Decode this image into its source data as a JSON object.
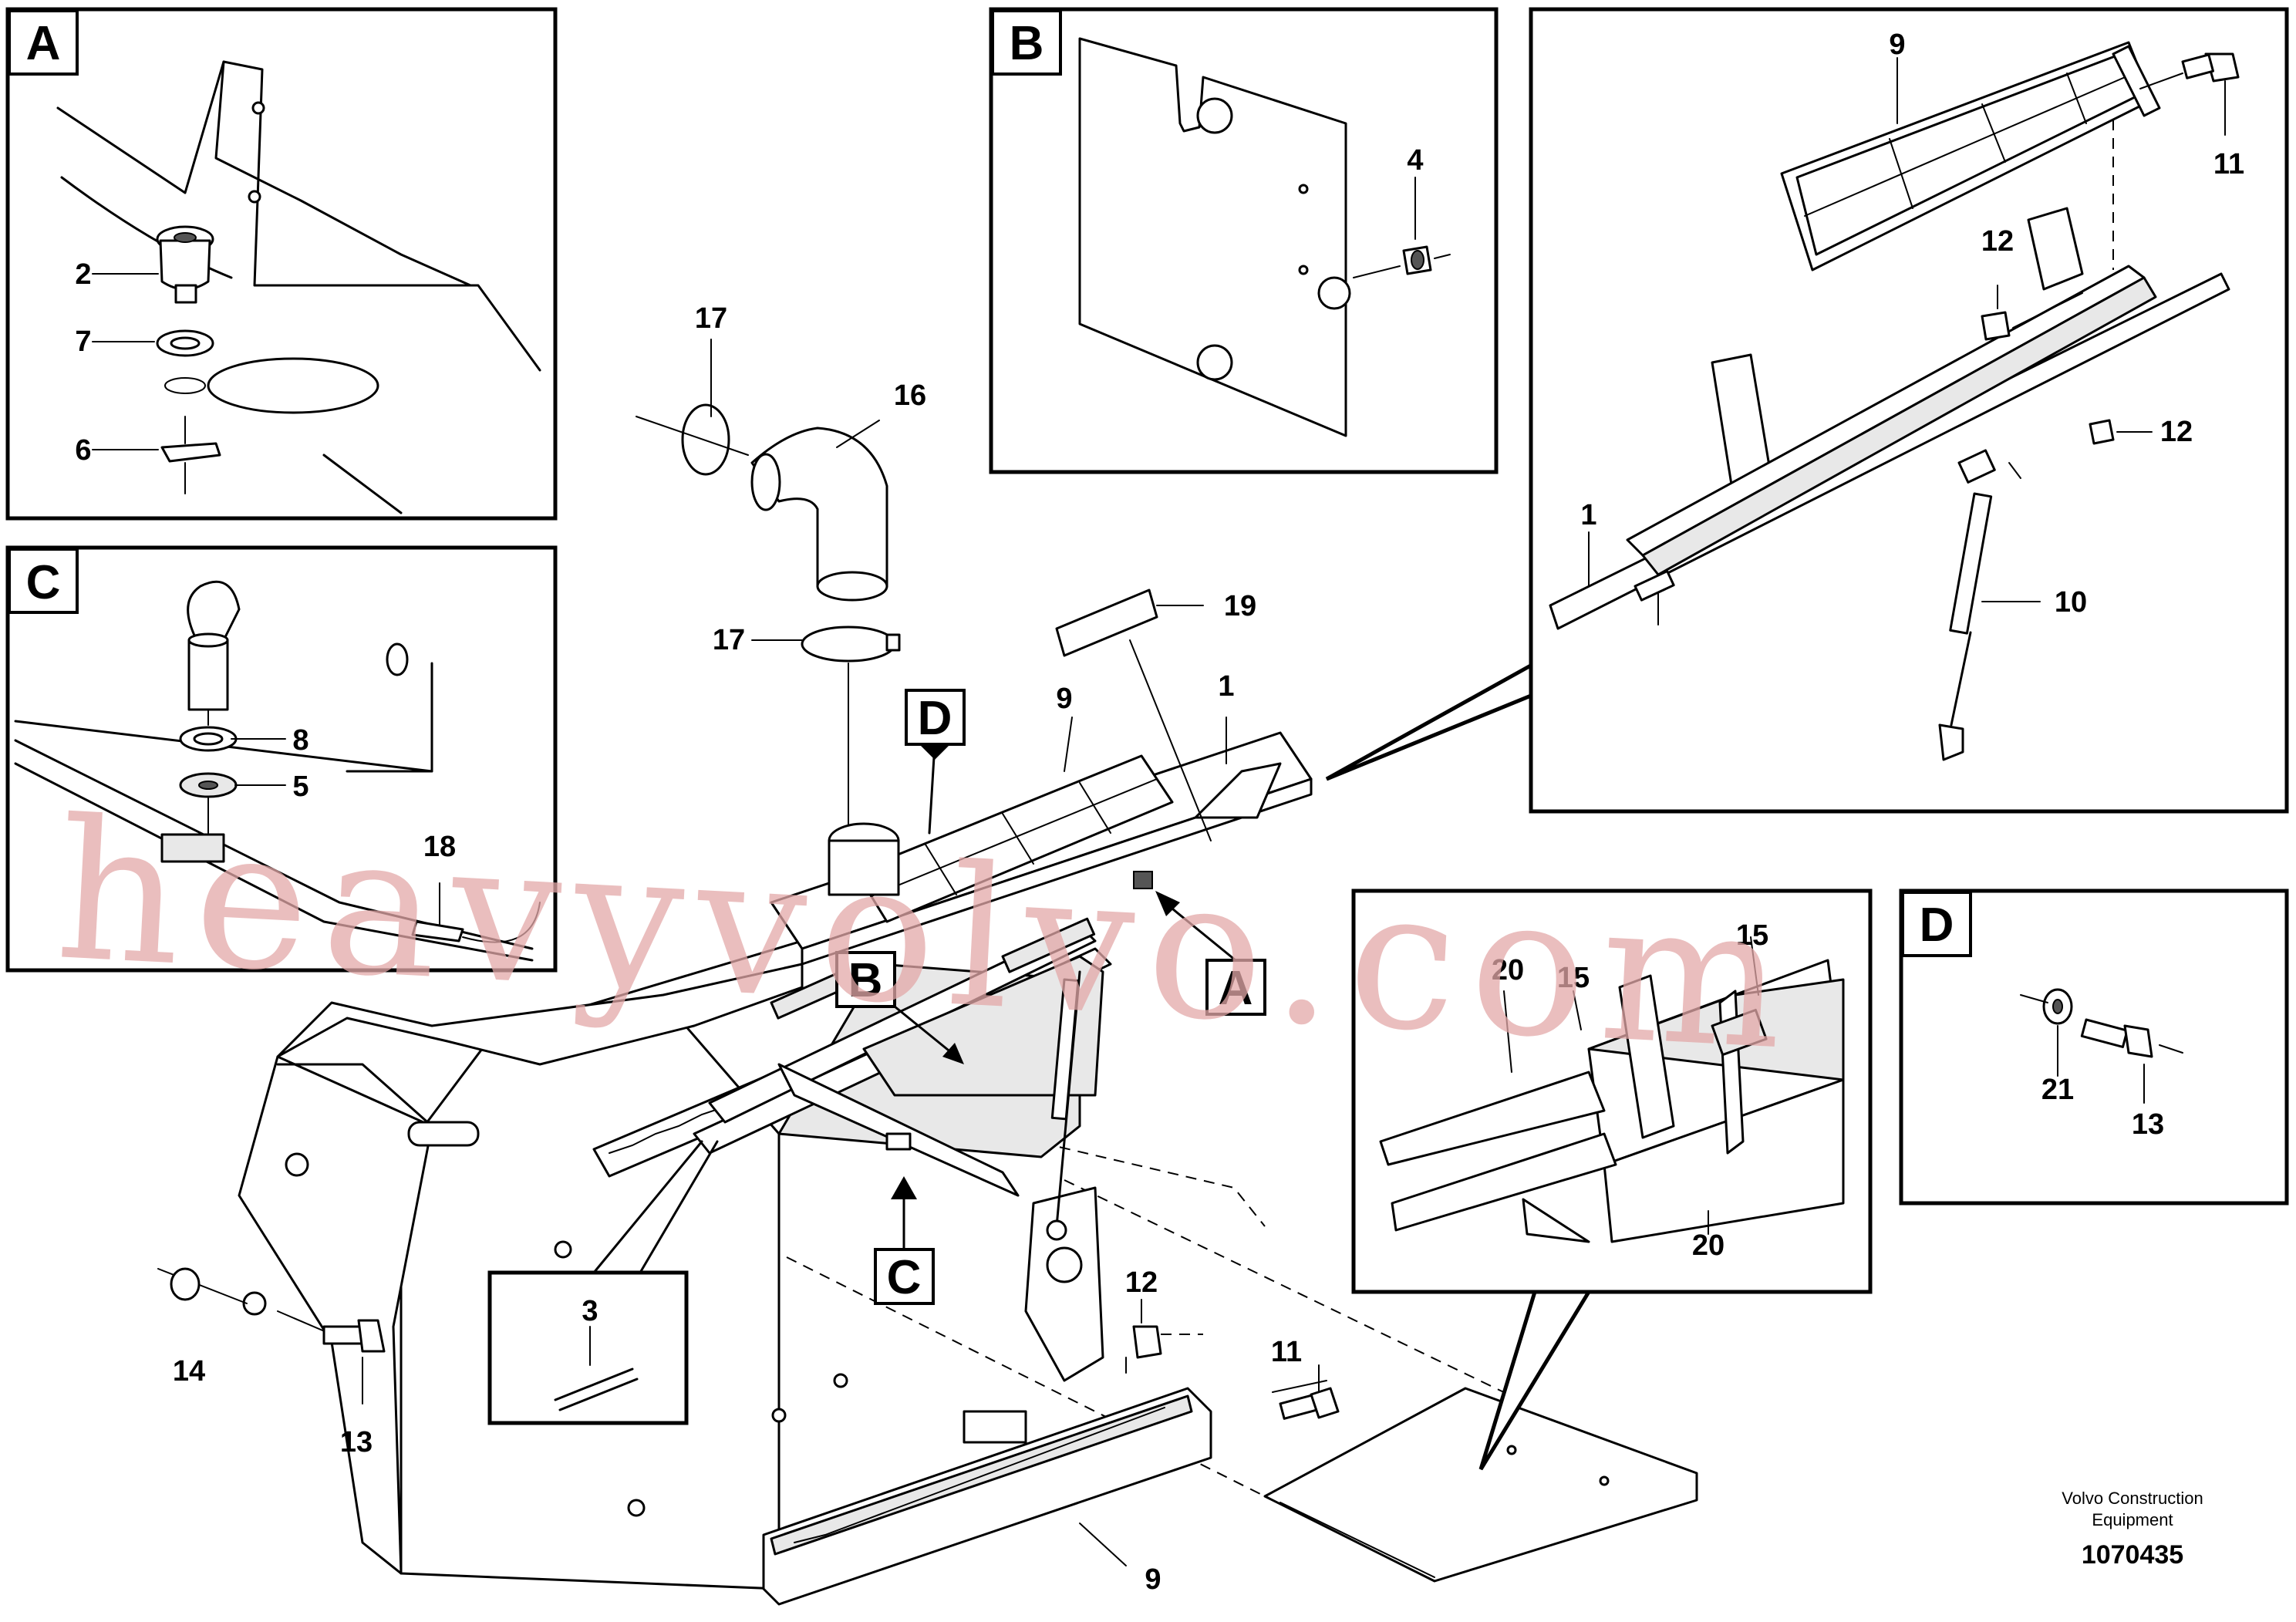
{
  "panels": {
    "A": "A",
    "B": "B",
    "C": "C",
    "D": "D"
  },
  "refs": {
    "A": "A",
    "B": "B",
    "C": "C",
    "D": "D"
  },
  "labels": {
    "a_2": "2",
    "a_7": "7",
    "a_6": "6",
    "b_4": "4",
    "c_8": "8",
    "c_5": "5",
    "c_18": "18",
    "d_21": "21",
    "d_13": "13",
    "e_9": "9",
    "e_11": "11",
    "e_12a": "12",
    "e_12b": "12",
    "e_1": "1",
    "e_10": "10",
    "f_20a": "20",
    "f_15a": "15",
    "f_15b": "15",
    "f_20b": "20",
    "m_17a": "17",
    "m_16": "16",
    "m_17b": "17",
    "m_19": "19",
    "m_9a": "9",
    "m_1": "1",
    "m_3": "3",
    "m_14": "14",
    "m_13": "13",
    "m_12": "12",
    "m_11": "11",
    "m_9b": "9"
  },
  "footer": {
    "company_line1": "Volvo Construction",
    "company_line2": "Equipment",
    "drawing_number": "1070435"
  },
  "watermark": "heavyvolvo.com"
}
